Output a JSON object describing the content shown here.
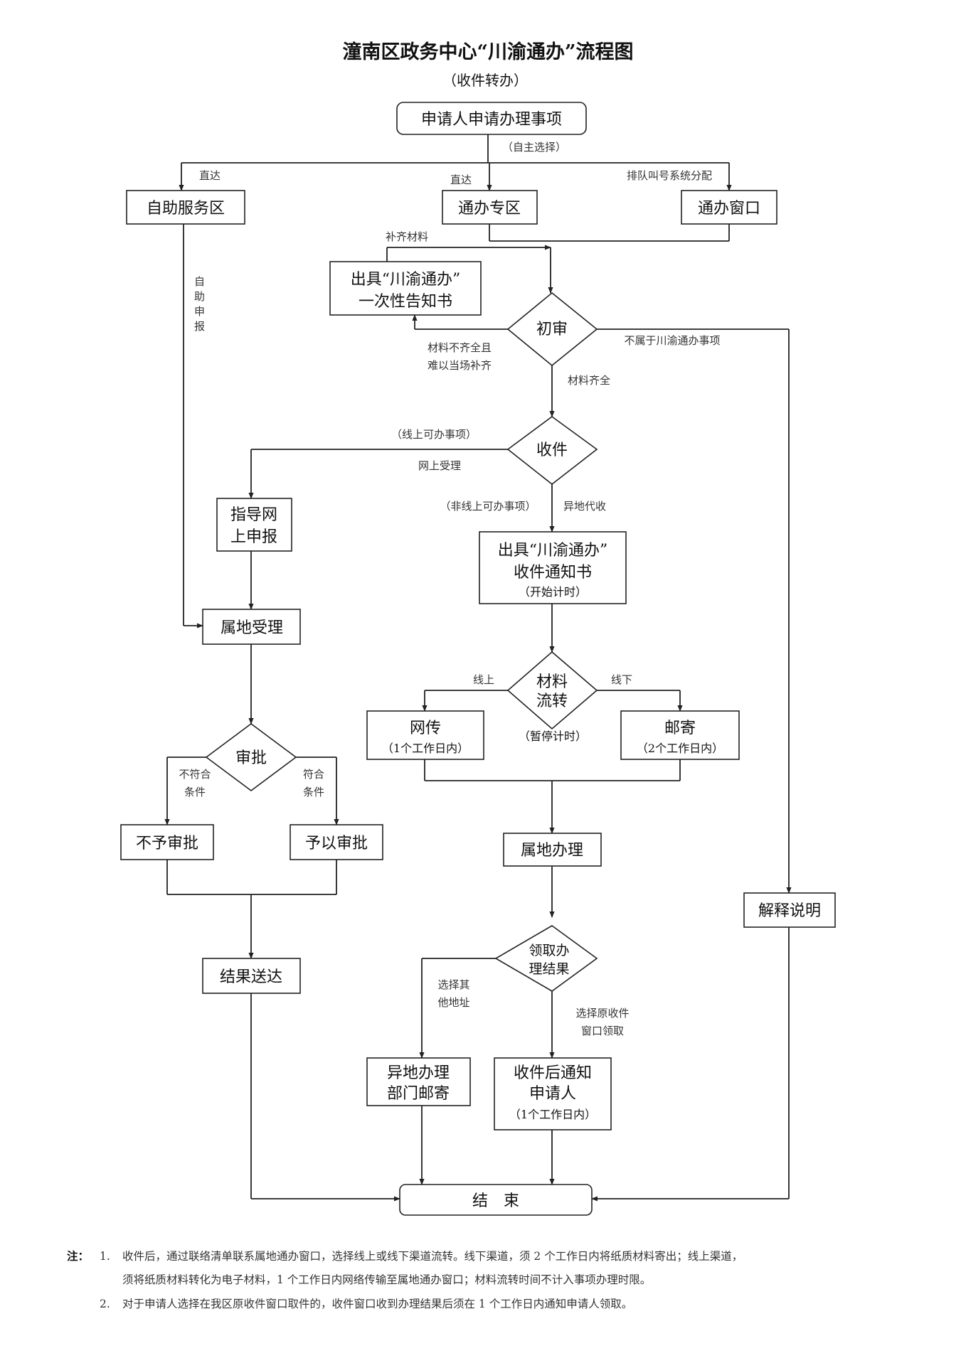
{
  "title": "潼南区政务中心“川渝通办”流程图",
  "subtitle": "（收件转办）",
  "nodes": {
    "apply": "申请人申请办理事项",
    "self_service": "自助服务区",
    "special_zone": "通办专区",
    "window": "通办窗口",
    "notice_line1": "出具“川渝通办”",
    "notice_line2": "一次性告知书",
    "first_review": "初审",
    "receive": "收件",
    "guide_line1": "指导网",
    "guide_line2": "上申报",
    "receipt_line1": "出具“川渝通办”",
    "receipt_line2": "收件通知书",
    "receipt_line3": "（开始计时）",
    "transfer_line1": "材料",
    "transfer_line2": "流转",
    "online_transfer": "网传",
    "online_days": "（1个工作日内）",
    "mail": "邮寄",
    "mail_days": "（2个工作日内）",
    "pause_timing": "（暂停计时）",
    "local_accept": "属地受理",
    "approve": "审批",
    "reject": "不予审批",
    "grant": "予以审批",
    "deliver": "结果送达",
    "local_handle": "属地办理",
    "collect_line1": "领取办",
    "collect_line2": "理结果",
    "remote_line1": "异地办理",
    "remote_line2": "部门邮寄",
    "notify_line1": "收件后通知",
    "notify_line2": "申请人",
    "notify_line3": "（1个工作日内）",
    "explain": "解释说明",
    "end": "结　束"
  },
  "labels": {
    "self_choice": "（自主选择）",
    "direct_left": "直达",
    "direct_mid": "直达",
    "queue": "排队叫号系统分配",
    "supplement": "补齐材料",
    "self_report": "自助申报",
    "incomplete_line1": "材料不齐全且",
    "incomplete_line2": "难以当场补齐",
    "not_applicable": "不属于川渝通办事项",
    "complete": "材料齐全",
    "online_items": "（线上可办事项）",
    "online_accept": "网上受理",
    "offline_items": "（非线上可办事项）",
    "remote_collect": "异地代收",
    "online": "线上",
    "offline": "线下",
    "nonconform_line1": "不符合",
    "nonconform_line2": "条件",
    "conform_line1": "符合",
    "conform_line2": "条件",
    "other_address_line1": "选择其",
    "other_address_line2": "他地址",
    "original_window_line1": "选择原收件",
    "original_window_line2": "窗口领取"
  },
  "notes": {
    "head": "注：",
    "n1_num": "1.",
    "n1_line1": "收件后，通过联络清单联系属地通办窗口，选择线上或线下渠道流转。线下渠道，须 2 个工作日内将纸质材料寄出；线上渠道，",
    "n1_line2": "须将纸质材料转化为电子材料，1 个工作日内网络传输至属地通办窗口；材料流转时间不计入事项办理时限。",
    "n2_num": "2.",
    "n2_line1": "对于申请人选择在我区原收件窗口取件的，收件窗口收到办理结果后须在 1 个工作日内通知申请人领取。"
  }
}
